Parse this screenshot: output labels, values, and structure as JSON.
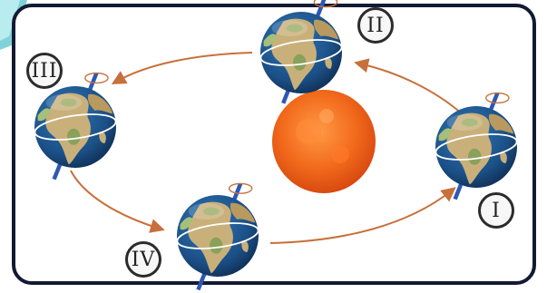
{
  "labels": {
    "position_1": "I",
    "position_2": "II",
    "position_3": "III",
    "position_4": "IV"
  },
  "colors": {
    "frame": "#141a33",
    "orbit": "#c7703a",
    "sun": "#f26a1c",
    "ocean": "#1b4f86",
    "land": "#c9b07a",
    "axis": "#2d59b3"
  }
}
